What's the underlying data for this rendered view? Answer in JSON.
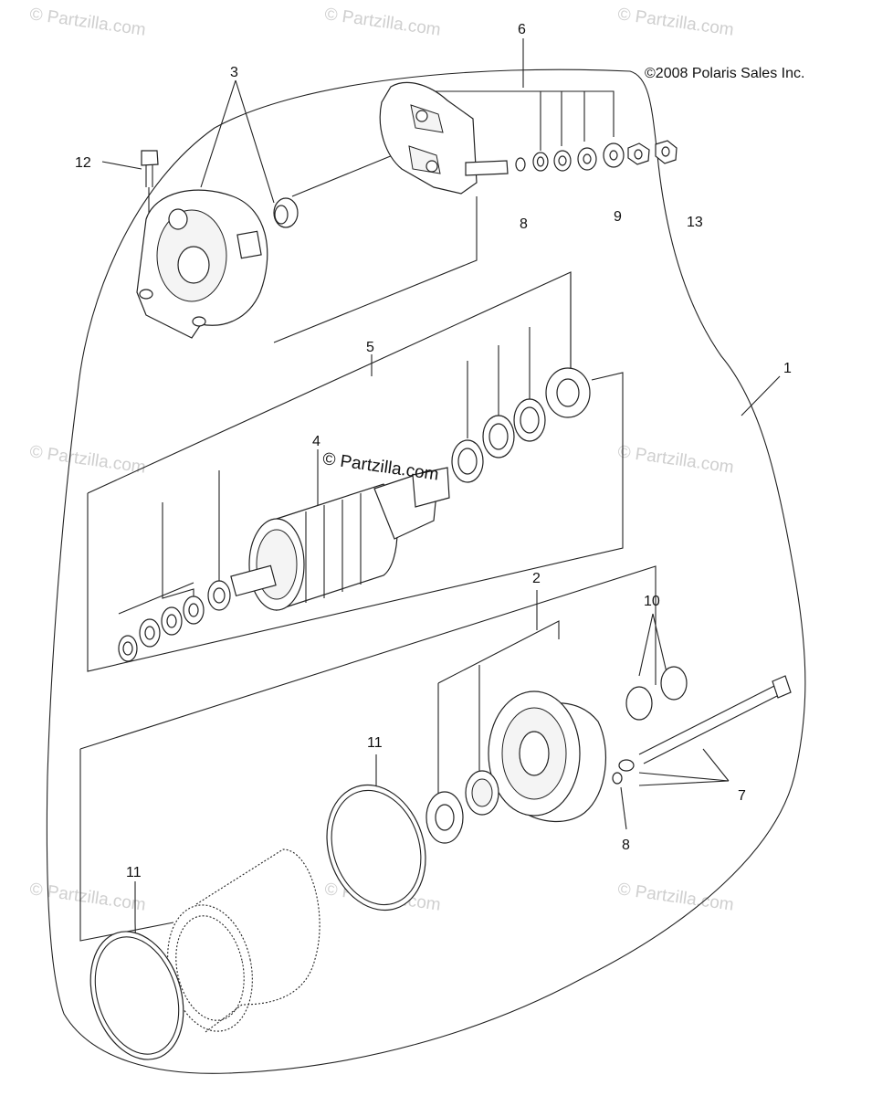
{
  "copyright": "©2008 Polaris Sales Inc.",
  "center_watermark": "© Partzilla.com",
  "watermark_text": "© Partzilla.com",
  "callouts": {
    "c1": "1",
    "c2": "2",
    "c3": "3",
    "c4": "4",
    "c5": "5",
    "c6": "6",
    "c7": "7",
    "c8a": "8",
    "c8b": "8",
    "c9": "9",
    "c10": "10",
    "c11a": "11",
    "c11b": "11",
    "c12": "12",
    "c13": "13"
  },
  "colors": {
    "line": "#222222",
    "watermark": "#cfcfcf"
  }
}
